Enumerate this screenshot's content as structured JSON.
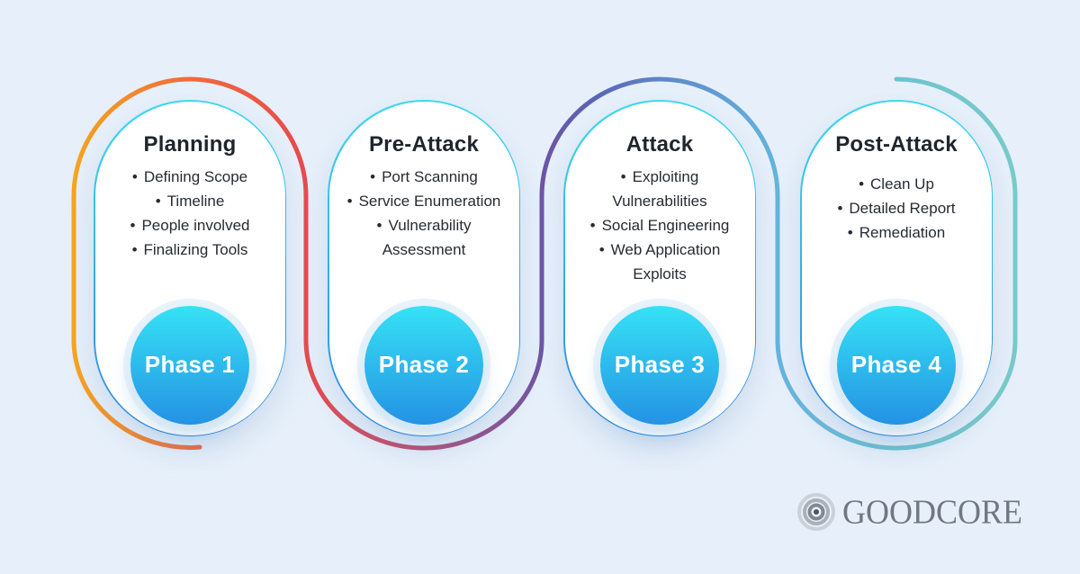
{
  "background_color": "#E7F0FA",
  "phases": [
    {
      "title": "Planning",
      "badge": "Phase 1",
      "items": [
        "Defining Scope",
        "Timeline",
        "People involved",
        "Finalizing Tools"
      ]
    },
    {
      "title": "Pre-Attack",
      "badge": "Phase 2",
      "items": [
        "Port Scanning",
        "Service Enumeration",
        "Vulnerability Assessment"
      ]
    },
    {
      "title": "Attack",
      "badge": "Phase 3",
      "items": [
        "Exploiting Vulnerabilities",
        "Social Engineering",
        "Web Application Exploits"
      ]
    },
    {
      "title": "Post-Attack",
      "badge": "Phase 4",
      "items": [
        "Clean Up",
        "Detailed Report",
        "Remediation"
      ]
    }
  ],
  "branding": {
    "logo_text": "GOODCORE",
    "logo_icon": "concentric-ripple-icon"
  },
  "colors": {
    "flow_gradient": [
      "#F7A41E",
      "#EE6B3B",
      "#E84A4E",
      "#B74C72",
      "#6E55A5",
      "#5B62B4",
      "#5E86C8",
      "#64B5DF",
      "#6EC2CF",
      "#79CBC9"
    ],
    "pill_border_top": "#3FD9EC",
    "pill_border_bottom": "#2F86DC",
    "badge_top": "#36E2F5",
    "badge_bottom": "#2492E4",
    "title_color": "#20252D",
    "item_color": "#262B33",
    "logo_color": "#71777F"
  }
}
